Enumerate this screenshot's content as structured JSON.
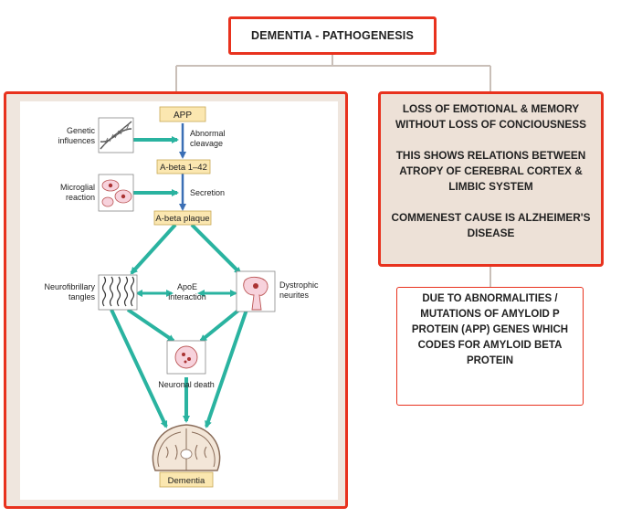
{
  "title": "DEMENTIA - PATHOGENESIS",
  "info_box": {
    "line1": "LOSS OF EMOTIONAL & MEMORY WITHOUT LOSS OF CONCIOUSNESS",
    "line2": "THIS SHOWS RELATIONS BETWEEN ATROPY OF CEREBRAL CORTEX & LIMBIC SYSTEM",
    "line3": "COMMENEST CAUSE IS ALZHEIMER'S DISEASE"
  },
  "note_box": {
    "text": "DUE TO ABNORMALITIES  / MUTATIONS OF AMYLOID P PROTEIN (APP) GENES WHICH CODES FOR AMYLOID BETA PROTEIN"
  },
  "figure": {
    "app": "APP",
    "genetic_1": "Genetic",
    "genetic_2": "influences",
    "abnormal_1": "Abnormal",
    "abnormal_2": "cleavage",
    "abeta142": "A-beta 1–42",
    "microglial_1": "Microglial",
    "microglial_2": "reaction",
    "secretion": "Secretion",
    "plaque": "A-beta plaque",
    "neuro_1": "Neurofibrillary",
    "neuro_2": "tangles",
    "apoe_1": "ApoE",
    "apoe_2": "interaction",
    "dystrophic_1": "Dystrophic",
    "dystrophic_2": "neurites",
    "neuronal_death": "Neuronal death",
    "dementia": "Dementia"
  },
  "colors": {
    "accent_red": "#e8321e",
    "arrow_teal": "#2ab3a0",
    "arrow_blue": "#3b6fb5",
    "label_yellow": "#fbe7b0"
  }
}
